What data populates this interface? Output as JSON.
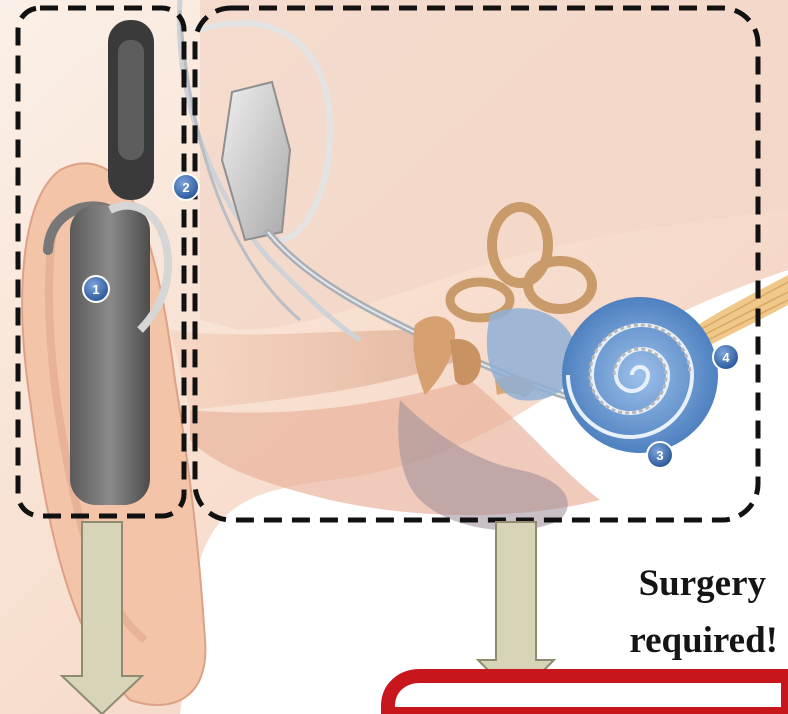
{
  "markers": [
    {
      "id": "1",
      "label": "1"
    },
    {
      "id": "2",
      "label": "2"
    },
    {
      "id": "3",
      "label": "3"
    },
    {
      "id": "4",
      "label": "4"
    }
  ],
  "note": {
    "line1": "Surgery",
    "line2": "required!"
  },
  "colors": {
    "marker_fill": "#3f6fb5",
    "dashed_border": "#111111",
    "arrow_fill": "#d8d4b8",
    "callout_red": "#c8161d",
    "cochlea_blue": "#6b9ad2",
    "skin": "#f2c4a8"
  }
}
